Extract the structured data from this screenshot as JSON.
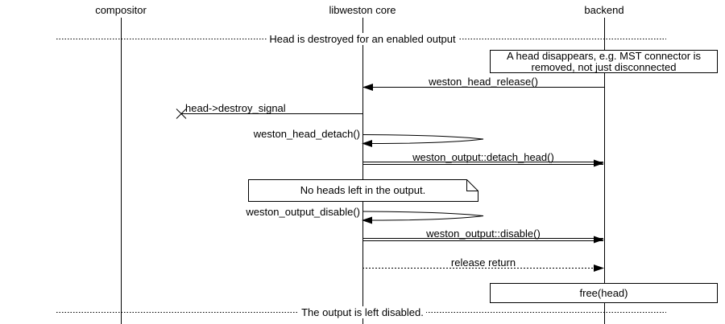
{
  "participants": {
    "compositor": "compositor",
    "libweston": "libweston core",
    "backend": "backend"
  },
  "dividers": {
    "top": "Head is destroyed for an enabled output",
    "bottom": "The output is left disabled."
  },
  "notes": {
    "head_disappears": "A head disappears, e.g. MST connector is removed, not just disconnected",
    "no_heads_left": "No heads left in the output.",
    "free_head": "free(head)"
  },
  "messages": {
    "head_release": "weston_head_release()",
    "destroy_signal": "head->destroy_signal",
    "head_detach": "weston_head_detach()",
    "detach_head": "weston_output::detach_head()",
    "output_disable_fn": "weston_output_disable()",
    "output_disable": "weston_output::disable()",
    "release_return": "release return"
  },
  "colors": {
    "line": "#000000",
    "background": "#ffffff"
  }
}
